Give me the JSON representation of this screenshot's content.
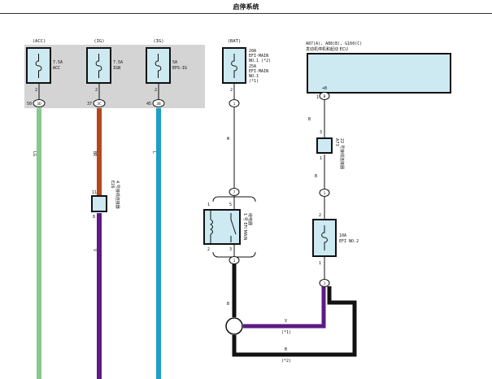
{
  "title": "启停系统",
  "colors": {
    "wire_green": "#86c98a",
    "wire_brown": "#b5461e",
    "wire_blue": "#1e9fc6",
    "wire_purple": "#5c1a86",
    "wire_black": "#111111",
    "fuse_fill": "#cde9f1",
    "panel_gray": "#d4d4d4"
  },
  "fuses": {
    "acc": {
      "source": "(ACC)",
      "rating": "7.5A",
      "name": "ACC",
      "pin_top": "",
      "pin_bottom": "2",
      "wire_pin": "50",
      "conn": "3D"
    },
    "ign": {
      "source": "(IG)",
      "rating": "7.5A",
      "name": "IGN",
      "pin_bottom": "2",
      "wire_pin": "37",
      "conn": "3C"
    },
    "eps": {
      "source": "(IG)",
      "rating": "5A",
      "name": "EPS-IG",
      "pin_bottom": "2",
      "wire_pin": "45",
      "conn": "3B"
    },
    "bat": {
      "source": "(BAT)",
      "line1": "20A",
      "line2": "EFI-MAIN",
      "line3": "NO.1 (*2)",
      "line4": "25A",
      "line5": "EFI-MAIN",
      "line6": "NO.1",
      "line7": "(*1)",
      "pin_bottom": "2",
      "conn": "1"
    },
    "efi2": {
      "rating": "10A",
      "name": "EFI NO.2",
      "pin_top": "2",
      "pin_bottom": "1",
      "conn_top": "1",
      "conn_bottom": "1"
    }
  },
  "ecu": {
    "line1": "A87(A), A88(B), G160(C)",
    "line2": "发动机停机和起动 ECU",
    "pin_label": "+B",
    "pin_number": "1",
    "conn": "B"
  },
  "relay": {
    "name_line1": "1 号 EFI MAIN",
    "name_line2": "继电器",
    "pin_top_left": "1",
    "pin_top_right": "5",
    "pin_bottom_left": "2",
    "pin_bottom_right": "3",
    "conn_top": "7",
    "conn_bottom": "1"
  },
  "connectors": {
    "e26": {
      "name_line1": "E26",
      "name_line2": "4 号接线连接器",
      "pin_top": "11",
      "pin_bottom": "8"
    },
    "a73": {
      "name_line1": "A73",
      "name_line2": "22 号接线连接器",
      "pin_top": "3",
      "pin_bottom": "1"
    }
  },
  "wire_labels": {
    "acc": "LG",
    "ign": "BR",
    "eps": "L",
    "ign_lower": "V",
    "bat_w": "W",
    "a73_b": "B",
    "relay_b": "B",
    "v_branch": "V",
    "v_note": "(*1)",
    "b_branch": "B",
    "b_note": "(*2)"
  }
}
